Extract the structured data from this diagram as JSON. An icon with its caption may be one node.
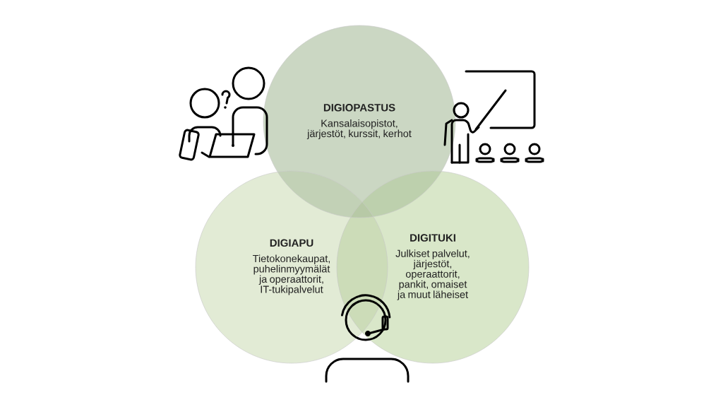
{
  "diagram": {
    "nodes": [
      {
        "text": [
          "DIGIOPASTUS",
          "Kansalaisopistot, järjestöt, kurssit, kerhot"
        ]
      },
      {
        "text": [
          "DIGIAPU",
          "Tietokonekaupat, puhelinmyymälät ja operaattorit, IT-tukipalvelut"
        ]
      },
      {
        "text": [
          "DIGITUKI",
          "Julkiset palvelut, järjestöt, operaattorit, pankit, omaiset ja muut läheiset"
        ]
      }
    ]
  }
}
